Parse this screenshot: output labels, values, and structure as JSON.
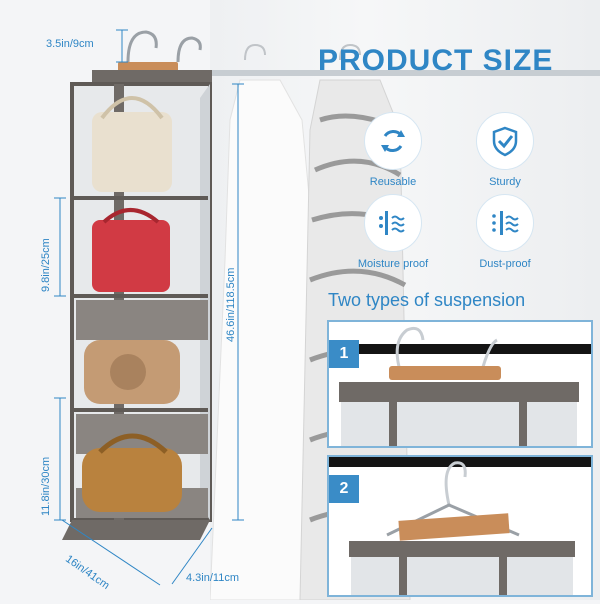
{
  "dimensions": {
    "top_gap": "3.5in/9cm",
    "shelf_height": "9.8in/25cm",
    "total_height": "46.6in/118.5cm",
    "bottom_height": "11.8in/30cm",
    "width": "16in/41cm",
    "depth": "4.3in/11cm"
  },
  "title": "PRODUCT SIZE",
  "features": [
    {
      "label": "Reusable",
      "icon": "recycle-icon"
    },
    {
      "label": "Sturdy",
      "icon": "shield-check-icon"
    },
    {
      "label": "Moisture proof",
      "icon": "moisture-icon"
    },
    {
      "label": "Dust-proof",
      "icon": "dust-icon"
    }
  ],
  "suspension": {
    "title": "Two types of suspension",
    "types": [
      {
        "number": "1"
      },
      {
        "number": "2"
      }
    ]
  },
  "colors": {
    "accent": "#2f86c5",
    "fabric": "#6f6a66",
    "wood": "#c98d5a",
    "panel_border": "#7fb4d9"
  }
}
